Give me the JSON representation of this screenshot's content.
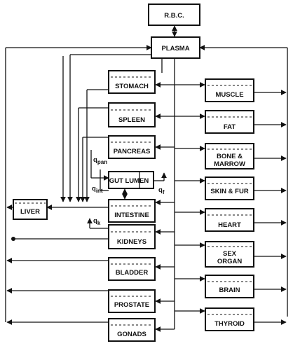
{
  "compartments": {
    "rbc": "R.B.C.",
    "plasma": "PLASMA",
    "liver": "LIVER",
    "stomach": "STOMACH",
    "spleen": "SPLEEN",
    "pancreas": "PANCREAS",
    "gut_lumen": "GUT LUMEN",
    "intestine": "INTESTINE",
    "kidneys": "KIDNEYS",
    "bladder": "BLADDER",
    "prostate": "PROSTATE",
    "gonads": "GONADS",
    "muscle": "MUSCLE",
    "fat": "FAT",
    "bone_marrow_1": "BONE &",
    "bone_marrow_2": "MARROW",
    "skin_fur": "SKIN & FUR",
    "heart": "HEART",
    "sex_organ_1": "SEX",
    "sex_organ_2": "ORGAN",
    "brain": "BRAIN",
    "thyroid": "THYROID"
  },
  "flows": {
    "q_pan_main": "q",
    "q_pan_sub": "pan",
    "q_int_main": "q",
    "q_int_sub": "int",
    "q_f_main": "q",
    "q_f_sub": "f",
    "q_k_main": "q",
    "q_k_sub": "k"
  }
}
